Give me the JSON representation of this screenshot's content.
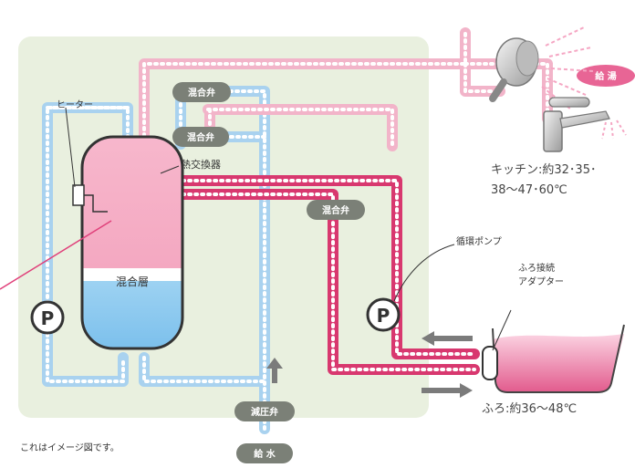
{
  "labels": {
    "heater": "ヒーター",
    "heat_exchanger": "熱交換器",
    "mixed_layer": "混合層",
    "circulation_pump": "循環ポンプ",
    "bath_adapter_line1": "ふろ接続",
    "bath_adapter_line2": "アダプター",
    "kitchen_line1": "キッチン:約32･35･",
    "kitchen_line2": "38〜47･60℃",
    "bath": "ふろ:約36〜48℃",
    "note": "これはイメージ図です。"
  },
  "valves": {
    "mixing_valve_1": "混合弁",
    "mixing_valve_2": "混合弁",
    "mixing_valve_3": "混合弁",
    "pressure_reducing_valve": "減圧弁",
    "water_supply": "給 水",
    "hot_water_supply": "給 湯"
  },
  "pumps": {
    "left_pump": "P",
    "right_pump": "P"
  },
  "colors": {
    "panel": "#e9f0df",
    "cold_pipe": "#a9d2ef",
    "warm_pipe": "#f2b4c9",
    "hot_pipe": "#d8386f",
    "valve_badge": "#7b8077",
    "bath_water": "#e86595"
  }
}
